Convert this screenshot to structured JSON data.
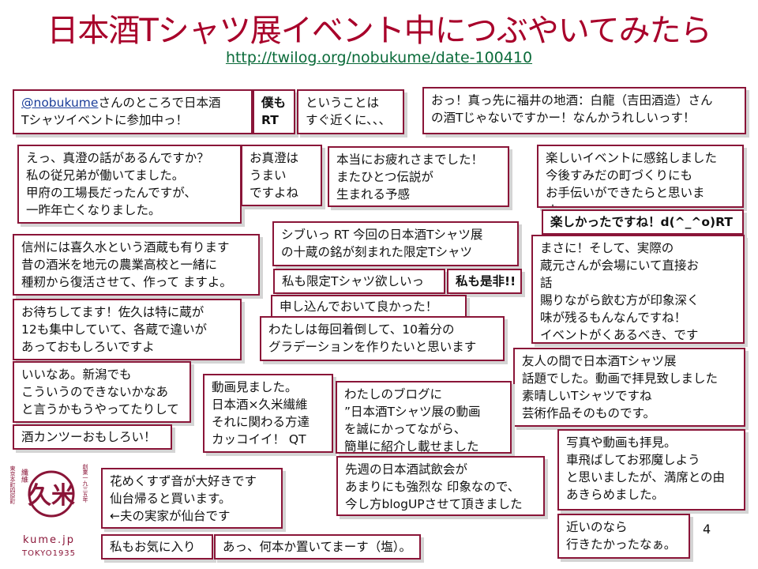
{
  "title": "日本酒Tシャツ展イベント中につぶやいてみたら",
  "url": "http://twilog.org/nobukume/date-100410",
  "tweets": {
    "t1_mention": "@nobukume",
    "t1_line1": "さんのところで日本酒",
    "t1_line2": "Tシャツイベントに参加中っ！",
    "t2_line1": "僕も",
    "t2_line2": "RT",
    "t3_line1": "ということは",
    "t3_line2": "すぐ近くに、、、",
    "t4_line1": "おっ！真っ先に福井の地酒：白龍（吉田酒造）さん",
    "t4_line2": "の酒Tじゃないですかー！なんかうれしいっす！",
    "t5_line1": "えっ、真澄の話があるんですか？",
    "t5_line2": "私の従兄弟が働いてました。",
    "t5_line3": "甲府の工場長だったんですが、",
    "t5_line4": "一昨年亡くなりました。",
    "t6_line1": "お真澄は",
    "t6_line2": "うまい",
    "t6_line3": "ですよね",
    "t7_line1": "本当にお疲れさまでした！",
    "t7_line2": "またひとつ伝説が",
    "t7_line3": "生まれる予感",
    "t8_line1": "楽しいイベントに感銘しました",
    "t8_line2": "今後すみだの町づくりにも",
    "t8_line3": "お手伝いができたらと思いま",
    "t8_line4": "す",
    "t9": "楽しかったですね！d(^_^o)RT",
    "t10_line1": "信州には喜久水という酒蔵も有ります",
    "t10_line2": "昔の酒米を地元の農業高校と一緒に",
    "t10_line3": "種籾から復活させて、作って ますよ。",
    "t11_line1": "シブいっ RT 今回の日本酒Tシャツ展",
    "t11_line2": "の十蔵の銘が刻まれた限定Tシャツ",
    "t12_line1": "まさに！そして、実際の",
    "t12_line2": "蔵元さんが会場にいて直接お",
    "t12_line3": "話",
    "t12_line4": "賜りながら飲む方が印象深く",
    "t12_line5": "味が残るもんなんですね！",
    "t12_line6": "イベントがくあるべき、です",
    "t13": "私も限定Tシャツ欲しいっ",
    "t14": "私も是非!!",
    "t15": "申し込んでおいて良かった！",
    "t16_line1": "お待ちしてます！佐久は特に蔵が",
    "t16_line2": "12も集中していて、各蔵で違いが",
    "t16_line3": "あっておもしろいですよ",
    "t17_line1": "わたしは毎回着倒して、10着分の",
    "t17_line2": "グラデーションを作りたいと思います",
    "t18_line1": "友人の間で日本酒Tシャツ展",
    "t18_line2": "話題でした。動画で拝見致しました",
    "t18_line3": "素晴しいTシャツですね",
    "t18_line4": "芸術作品そのものです。",
    "t19_line1": "いいなあ。新潟でも",
    "t19_line2": "こういうのできないかなあ",
    "t19_line3": "と言うかもうやってたりして",
    "t20_line1": "動画見ました。",
    "t20_line2": "日本酒×久米繊維",
    "t20_line3": "それに関わる方達",
    "t20_line4": "カッコイイ！ QT",
    "t21_line1": "わたしのブログに",
    "t21_line2": "”日本酒Tシャツ展の動画",
    "t21_line3": "を誠にかってながら、",
    "t21_line4": "簡単に紹介し載せました",
    "t22": "酒カンツーおもしろい！",
    "t23_line1": "写真や動画も拝見。",
    "t23_line2": "車飛ばしてお邪魔しよう",
    "t23_line3": "と思いましたが、満席との由",
    "t23_line4": "あきらめました。",
    "t24_line1": "先週の日本酒試飲会が",
    "t24_line2": "あまりにも強烈な 印象なので、",
    "t24_line3": "今し方blogUPさせて頂きました",
    "t25_line1": "花めくすず音が大好きです",
    "t25_line2": "仙台帰ると買います。",
    "t25_line3": "←夫の実家が仙台です",
    "t26_line1": "近いのなら",
    "t26_line2": "行きたかったなぁ。",
    "t27": "私もお気に入り",
    "t28": "あっ、何本か置いてまーす（塩）。"
  },
  "logo": {
    "mark": "久米",
    "left_text": "東京本町四原町",
    "right_text": "創業一九三五年",
    "seal_left": "纖維",
    "domain": "kume.jp",
    "tagline": "TOKYO1935"
  },
  "page_number": "4",
  "colors": {
    "title": "#a8002a",
    "border": "#8a1538",
    "url": "#0b6b3a",
    "mention": "#1a3d99"
  }
}
